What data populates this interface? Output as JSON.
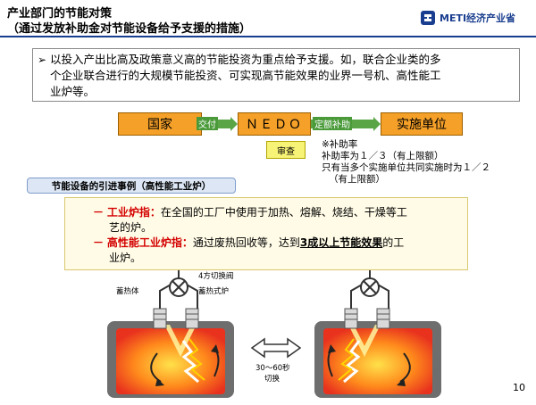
{
  "header": {
    "title_line1": "产业部门的节能对策",
    "title_line2": "（通过发放补助金对节能设备给予支援的措施）",
    "logo_text": "METI经济产业省"
  },
  "summary": {
    "bullet": "➢",
    "line1": "以投入产出比高及政策意义高的节能投资为重点给予支援。如，联合企业类的多",
    "line2": "个企业联合进行的大规模节能投资、可实现高节能效果的业界一号机、高性能工",
    "line3": "业炉等。"
  },
  "flow": {
    "box1": "国家",
    "arrow1": "交付",
    "box2": "ＮＥＤＯ",
    "arrow2": "定额补助",
    "box3": "实施单位",
    "review": "审查",
    "note1": "※补助率",
    "note2": "补助率为１／３（有上限额）",
    "note3": "只有当多个实施单位共同实施时为１／２",
    "note4": "（有上限额）"
  },
  "example": {
    "heading": "节能设备的引进事例（高性能工业炉）",
    "dash": "－",
    "item1_label": "工业炉指：",
    "item1_text_a": "在全国的工厂中使用于加热、熔解、烧结、干燥等工",
    "item1_text_b": "艺的炉。",
    "item2_label": "高性能工业炉指：",
    "item2_text_pre": "通过废热回收等，达到",
    "item2_text_ul": "3成以上节能效果",
    "item2_text_post": "的工",
    "item2_text_b": "业炉。"
  },
  "diagram": {
    "valve_label": "4方切换阀",
    "regen_body": "蓄热体",
    "regen_burner": "蓄热式炉",
    "switch_time": "30～60秒",
    "switch_label": "切换"
  },
  "page_number": "10",
  "colors": {
    "flow_orange": "#f5a028",
    "flow_green": "#5aa646",
    "review_yellow": "#f7f377",
    "accent_red": "#d40000",
    "brand_blue": "#1a3e8f"
  }
}
